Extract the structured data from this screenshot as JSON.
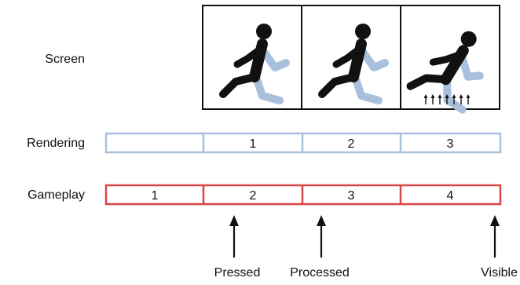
{
  "labels": {
    "screen": "Screen",
    "rendering": "Rendering",
    "gameplay": "Gameplay"
  },
  "rendering_cells": [
    "",
    "1",
    "2",
    "3"
  ],
  "gameplay_cells": [
    "1",
    "2",
    "3",
    "4"
  ],
  "events": {
    "pressed": "Pressed",
    "processed": "Processed",
    "visible": "Visible"
  },
  "colors": {
    "rendering_border": "#a9c0dd",
    "gameplay_border": "#d84545",
    "runner_body": "#111111",
    "runner_back_limbs": "#a9c0dd",
    "frame_border": "#111111"
  },
  "icons": [
    "running-figure-icon",
    "running-figure-icon",
    "running-figure-icon",
    "motion-arrows-icon"
  ]
}
